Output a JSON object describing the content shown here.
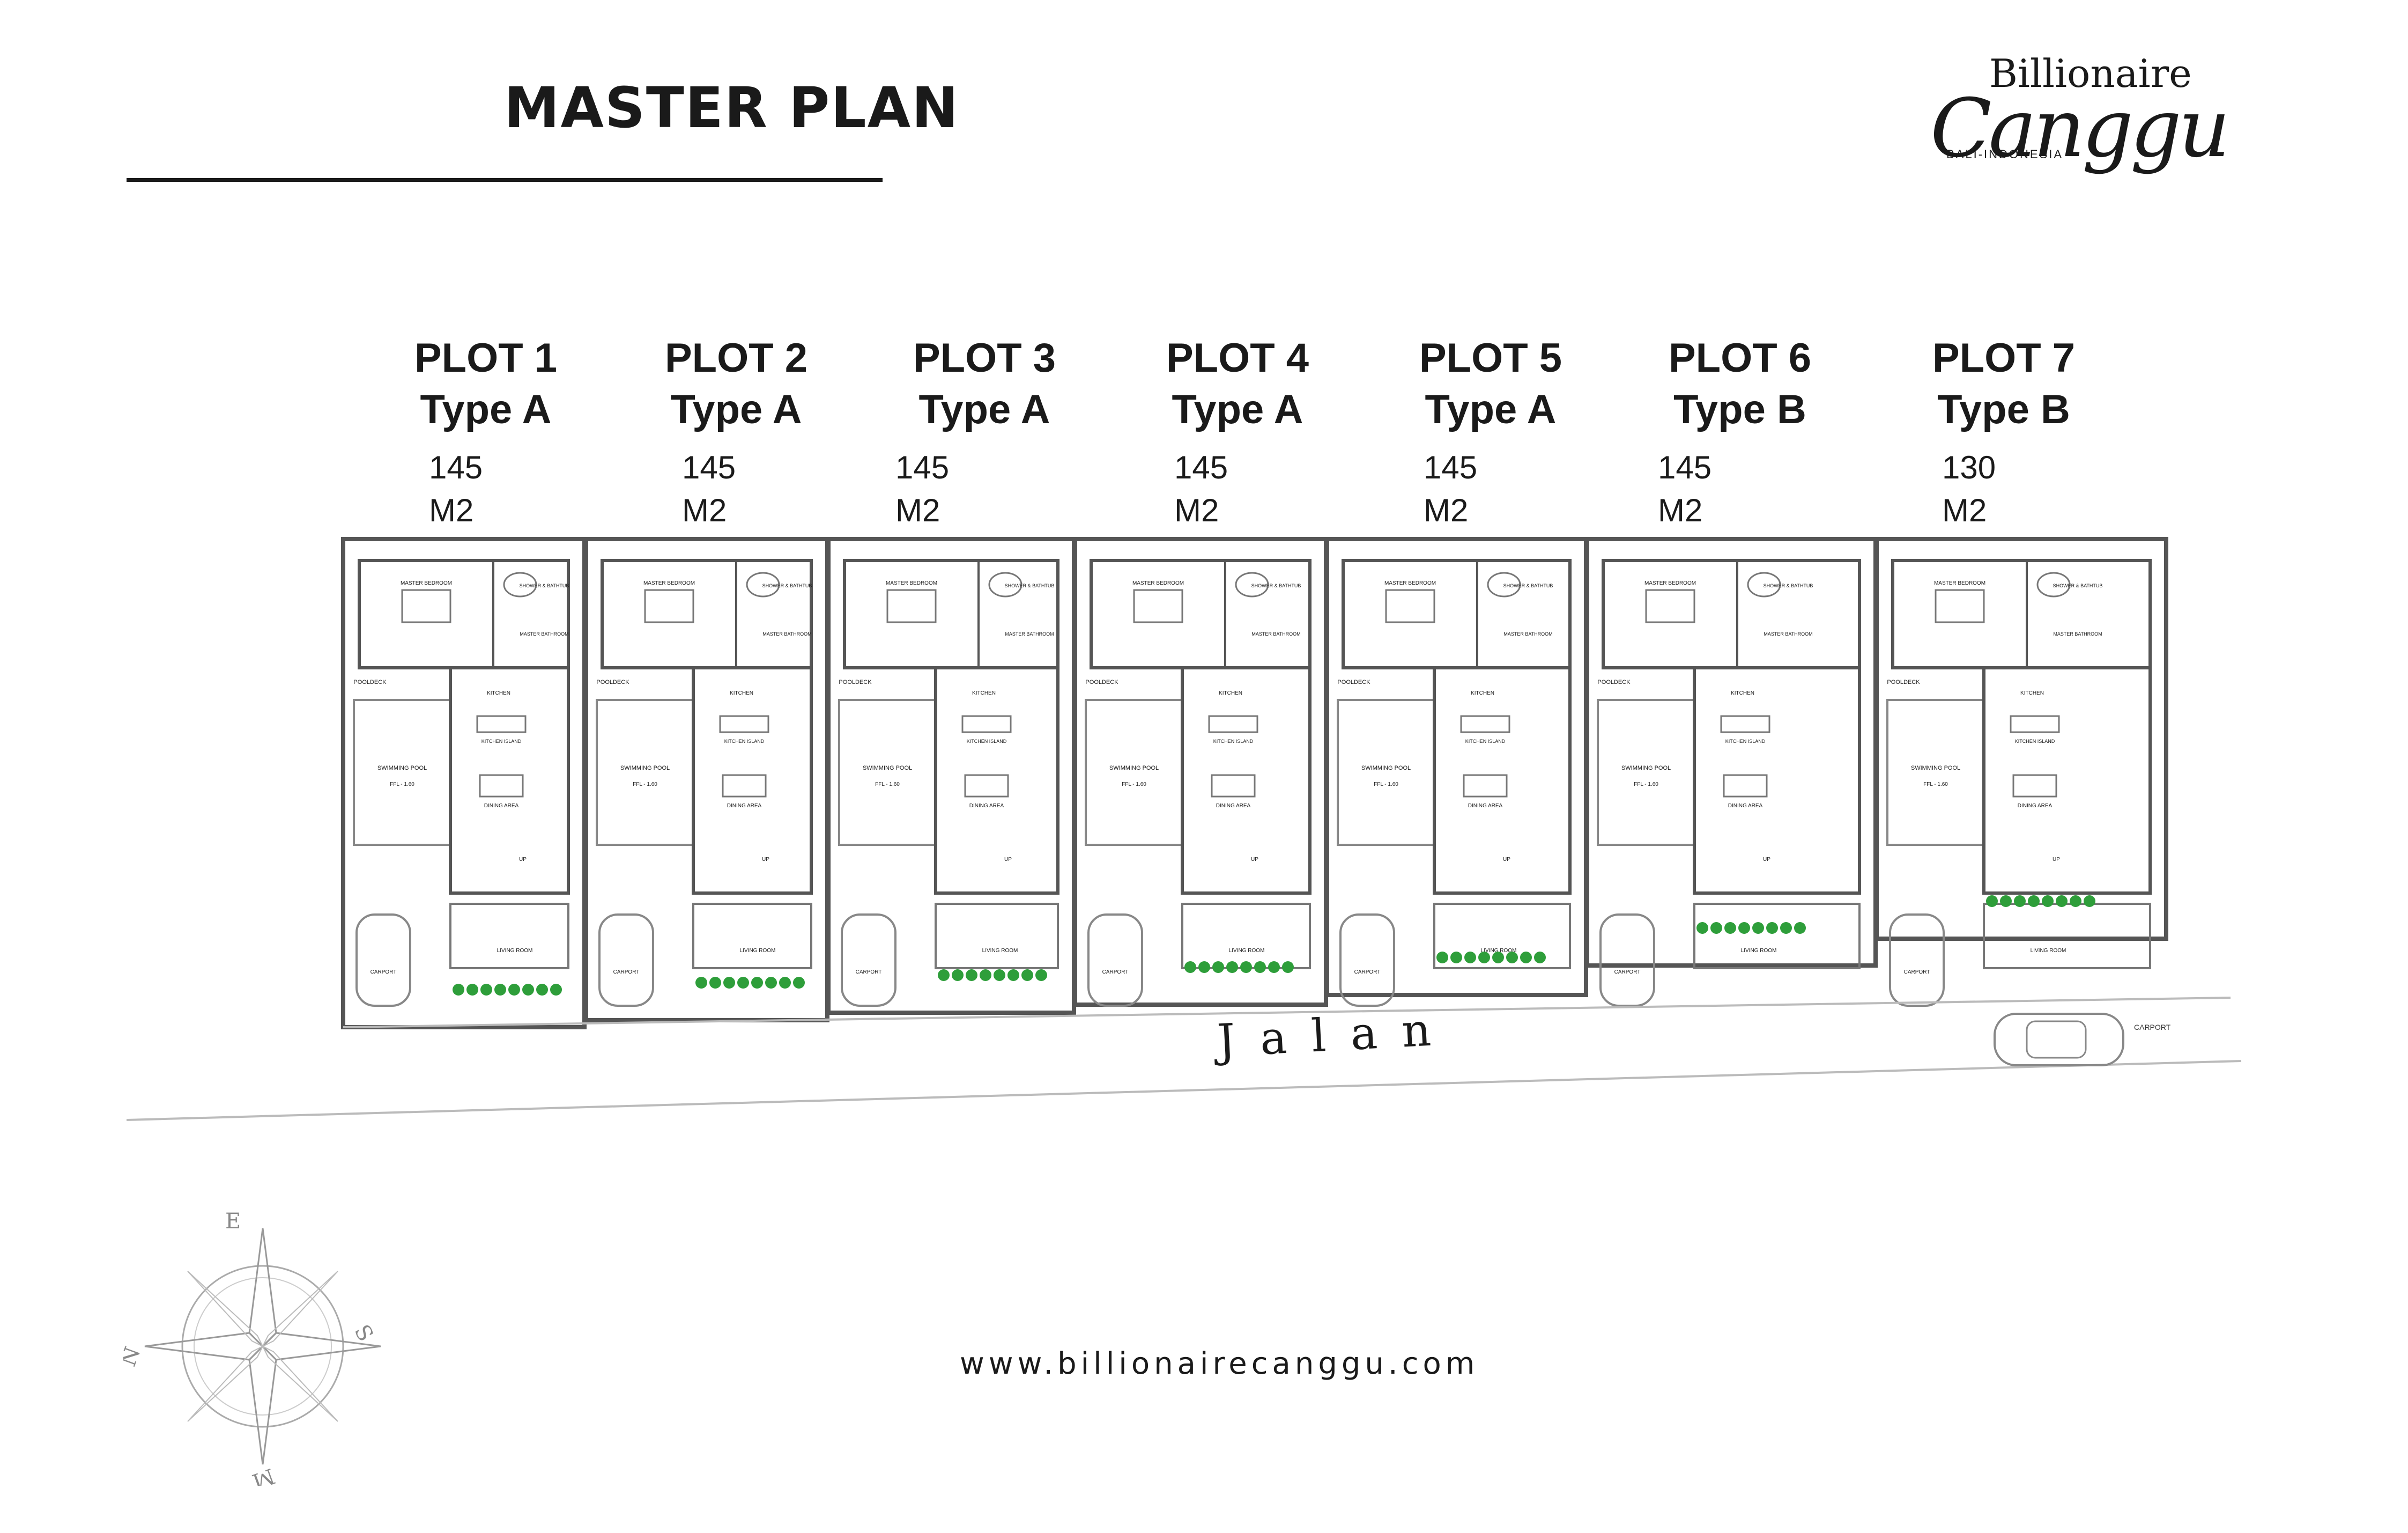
{
  "page": {
    "title": "MASTER PLAN",
    "website": "www.billionairecanggu.com",
    "street": "Jalan"
  },
  "logo": {
    "line1": "Billionaire",
    "line2": "Canggu",
    "line3": "BALI-INDONESIA"
  },
  "plots": [
    {
      "name": "PLOT 1",
      "type": "Type A",
      "area": "145",
      "unit": "M2"
    },
    {
      "name": "PLOT 2",
      "type": "Type A",
      "area": "145",
      "unit": "M2"
    },
    {
      "name": "PLOT 3",
      "type": "Type A",
      "area": "145",
      "unit": "M2"
    },
    {
      "name": "PLOT 4",
      "type": "Type A",
      "area": "145",
      "unit": "M2"
    },
    {
      "name": "PLOT 5",
      "type": "Type A",
      "area": "145",
      "unit": "M2"
    },
    {
      "name": "PLOT 6",
      "type": "Type B",
      "area": "145",
      "unit": "M2"
    },
    {
      "name": "PLOT 7",
      "type": "Type B",
      "area": "130",
      "unit": "M2"
    }
  ],
  "rooms": {
    "master_bedroom": "MASTER BEDROOM",
    "shower": "SHOWER & BATHTUB",
    "master_bathroom": "MASTER BATHROOM",
    "pooldeck": "POOLDECK",
    "kitchen": "KITCHEN",
    "kitchen_island": "KITCHEN ISLAND",
    "swimming_pool": "SWIMMING POOL",
    "pool_ffl": "FFL - 1.60",
    "dining_area": "DINING AREA",
    "living_room": "LIVING ROOM",
    "carport": "CARPORT",
    "up": "UP"
  },
  "compass": {
    "e": "E",
    "s": "S",
    "n": "N",
    "w": "M"
  },
  "colors": {
    "ink": "#1a1a1a",
    "wall": "#555555",
    "plant": "#2e9e3a",
    "line": "#999999"
  }
}
